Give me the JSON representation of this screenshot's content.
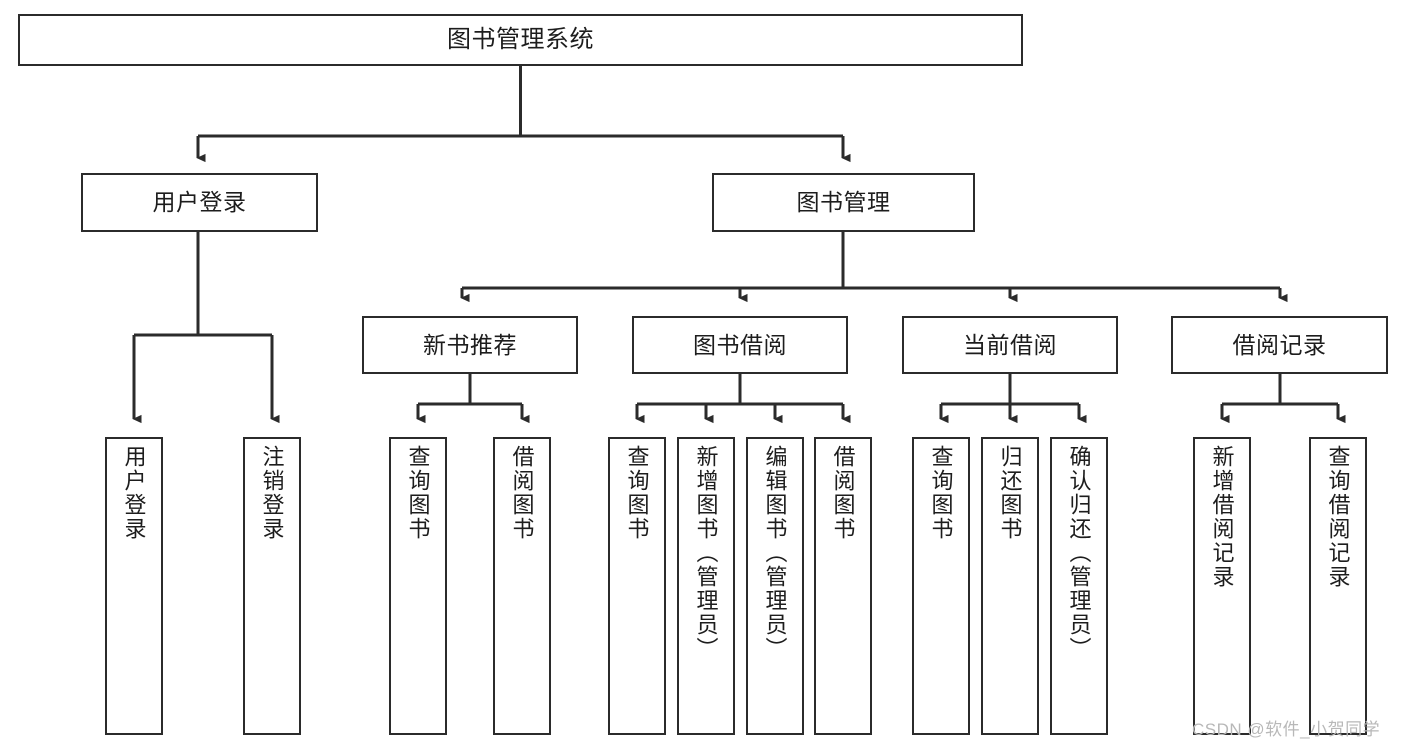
{
  "diagram": {
    "title": "图书管理系统",
    "type": "functional-structure-tree",
    "watermark": "CSDN @软件_小贺同学",
    "colors": {
      "background": "#ffffff",
      "box_border": "#2b2b2b",
      "box_fill": "#ffffff",
      "text": "#1d1d1d",
      "connector": "#2b2b2b",
      "watermark": "#b8b8b8"
    },
    "levels": {
      "root": {
        "label": "图书管理系统"
      },
      "level1": [
        {
          "id": "user-login",
          "label": "用户登录"
        },
        {
          "id": "book-management",
          "label": "图书管理"
        }
      ],
      "level2": [
        {
          "id": "new-book-recommend",
          "label": "新书推荐",
          "parent": "book-management"
        },
        {
          "id": "book-borrow",
          "label": "图书借阅",
          "parent": "book-management"
        },
        {
          "id": "current-borrow",
          "label": "当前借阅",
          "parent": "book-management"
        },
        {
          "id": "borrow-record",
          "label": "借阅记录",
          "parent": "book-management"
        }
      ],
      "leaves": [
        {
          "id": "leaf-user-login",
          "label": "用户登录",
          "parent": "user-login"
        },
        {
          "id": "leaf-logout",
          "label": "注销登录",
          "parent": "user-login"
        },
        {
          "id": "leaf-query-book-1",
          "label": "查询图书",
          "parent": "new-book-recommend"
        },
        {
          "id": "leaf-borrow-book-1",
          "label": "借阅图书",
          "parent": "new-book-recommend"
        },
        {
          "id": "leaf-query-book-2",
          "label": "查询图书",
          "parent": "book-borrow"
        },
        {
          "id": "leaf-add-book",
          "label": "新增图书（管理员）",
          "parent": "book-borrow"
        },
        {
          "id": "leaf-edit-book",
          "label": "编辑图书（管理员）",
          "parent": "book-borrow"
        },
        {
          "id": "leaf-borrow-book-2",
          "label": "借阅图书",
          "parent": "book-borrow"
        },
        {
          "id": "leaf-query-book-3",
          "label": "查询图书",
          "parent": "current-borrow"
        },
        {
          "id": "leaf-return-book",
          "label": "归还图书",
          "parent": "current-borrow"
        },
        {
          "id": "leaf-confirm-return",
          "label": "确认归还（管理员）",
          "parent": "current-borrow"
        },
        {
          "id": "leaf-add-record",
          "label": "新增借阅记录",
          "parent": "borrow-record"
        },
        {
          "id": "leaf-query-record",
          "label": "查询借阅记录",
          "parent": "borrow-record"
        }
      ]
    }
  }
}
